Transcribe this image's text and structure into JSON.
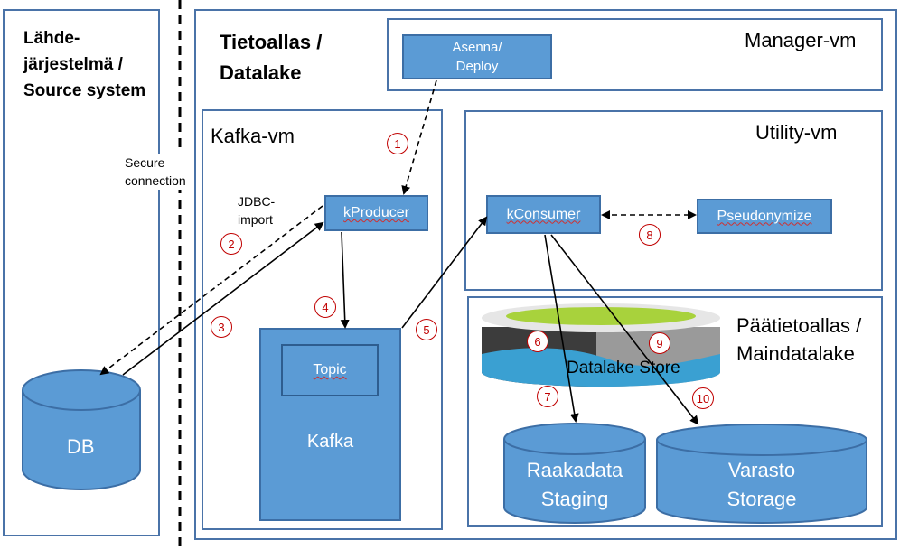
{
  "source_system": {
    "title_line1": "Lähde-",
    "title_line2": "järjestelmä /",
    "title_line3": "Source system"
  },
  "datalake": {
    "title_line1": "Tietoallas /",
    "title_line2": "Datalake"
  },
  "manager_vm": {
    "title": "Manager-vm",
    "deploy_line1": "Asenna/",
    "deploy_line2": "Deploy"
  },
  "kafka_vm": {
    "title": "Kafka-vm",
    "producer": "kProducer",
    "topic": "Topic",
    "kafka": "Kafka"
  },
  "utility_vm": {
    "title": "Utility-vm",
    "consumer": "kConsumer",
    "pseudonymize": "Pseudonymize"
  },
  "main_datalake": {
    "title_line1": "Päätietoallas /",
    "title_line2": "Maindatalake",
    "store": "Datalake Store",
    "staging_line1": "Raakadata",
    "staging_line2": "Staging",
    "storage_line1": "Varasto",
    "storage_line2": "Storage"
  },
  "db": {
    "label": "DB"
  },
  "annotations": {
    "secure_line1": "Secure",
    "secure_line2": "connection",
    "jdbc_line1": "JDBC-",
    "jdbc_line2": "import"
  },
  "steps": [
    "1",
    "2",
    "3",
    "4",
    "5",
    "6",
    "7",
    "8",
    "9",
    "10"
  ],
  "colors": {
    "box_fill": "#5b9bd5",
    "frame": "#4a73a8",
    "step": "#c00000"
  }
}
